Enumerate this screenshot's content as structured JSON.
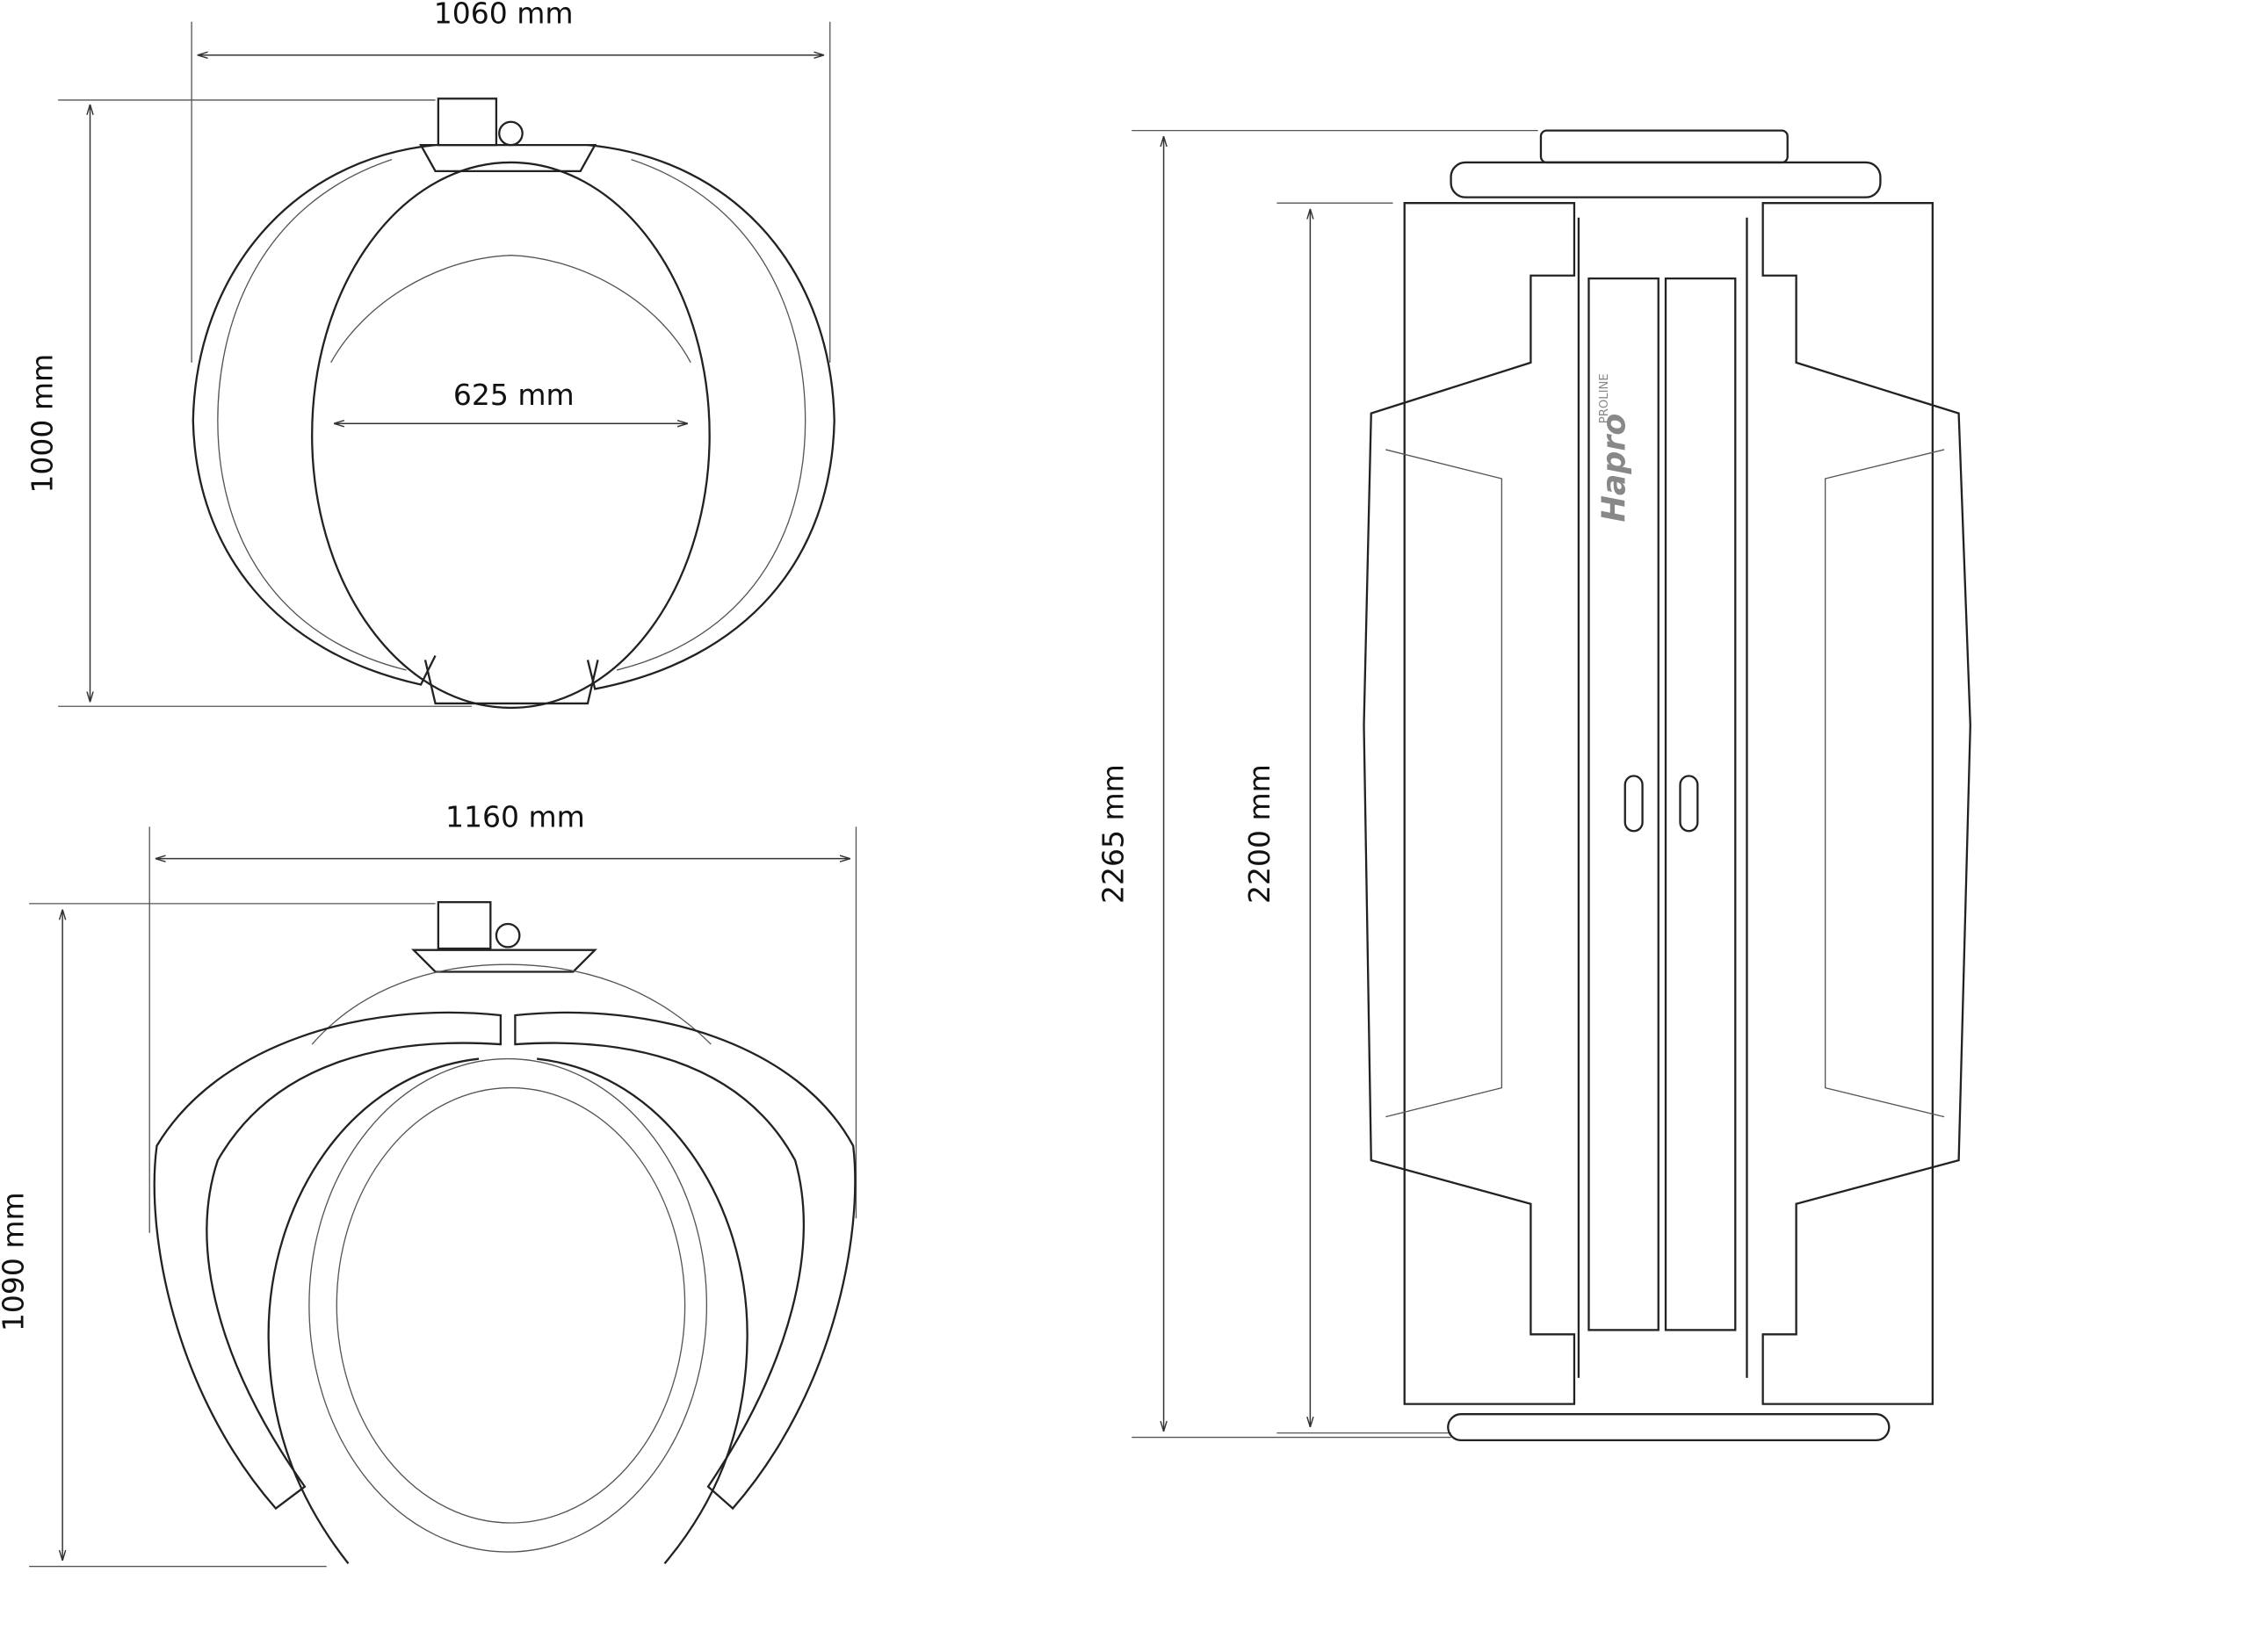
{
  "top_view": {
    "width_label": "1060 mm",
    "depth_label": "1000 mm",
    "inner_label": "625 mm"
  },
  "bottom_view": {
    "width_label": "1160 mm",
    "depth_label": "1090 mm"
  },
  "side_view": {
    "total_height_label": "2265 mm",
    "body_height_label": "2200 mm",
    "logo_text": "Hapro",
    "logo_sub": "PROLINE"
  },
  "colors": {
    "line": "#222222",
    "logo": "#888888"
  }
}
